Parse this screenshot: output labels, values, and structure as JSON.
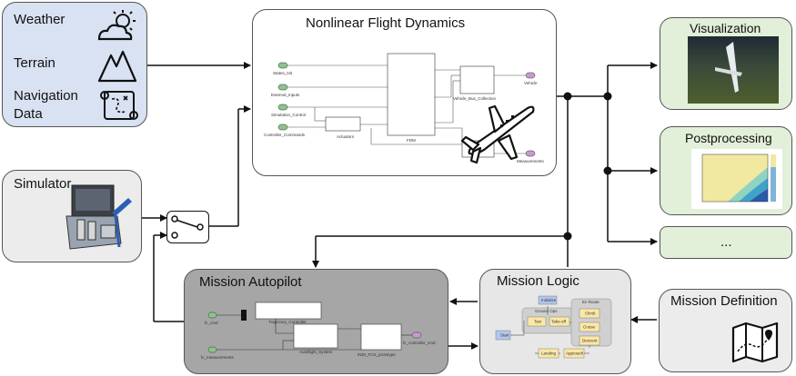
{
  "env": {
    "weather_label": "Weather",
    "terrain_label": "Terrain",
    "navigation_label_line1": "Navigation",
    "navigation_label_line2": "Data"
  },
  "simulator": {
    "title": "Simulator"
  },
  "flight_dynamics": {
    "title": "Nonlinear Flight Dynamics",
    "inports": [
      "States_Init",
      "External_Inputs",
      "Simulation_Control",
      "Controller_Commands"
    ],
    "fdm_label": "FDM",
    "actuators_label": "Actuators",
    "bus_label": "Vehicle_Bus_Collection",
    "outports": [
      "Vehicle",
      "Measurements"
    ]
  },
  "outputs": {
    "visualization": "Visualization",
    "postprocessing": "Postprocessing",
    "more": "..."
  },
  "autopilot": {
    "title": "Mission Autopilot",
    "inports": [
      "fc_cmd",
      "fc_measurements"
    ],
    "subsystems": [
      "Trajectory_Controller",
      "Autoflight_System",
      "INDI_FCS_prototype"
    ],
    "outport": "fc_controller_cmd"
  },
  "logic": {
    "title": "Mission Logic",
    "states": [
      "Initialize",
      "Start",
      "Taxi",
      "Take-off",
      "Climb",
      "Cruise",
      "Descent",
      "Landing",
      "Approach"
    ],
    "groups": [
      "Ground Ops",
      "En Route"
    ]
  },
  "definition": {
    "title": "Mission Definition"
  },
  "colors": {
    "env_fill": "#d9e2f3",
    "gray_fill": "#ececec",
    "dark_fill": "#a6a6a6",
    "green_fill": "#e2efd9",
    "logic_fill": "#e7e7e7"
  }
}
